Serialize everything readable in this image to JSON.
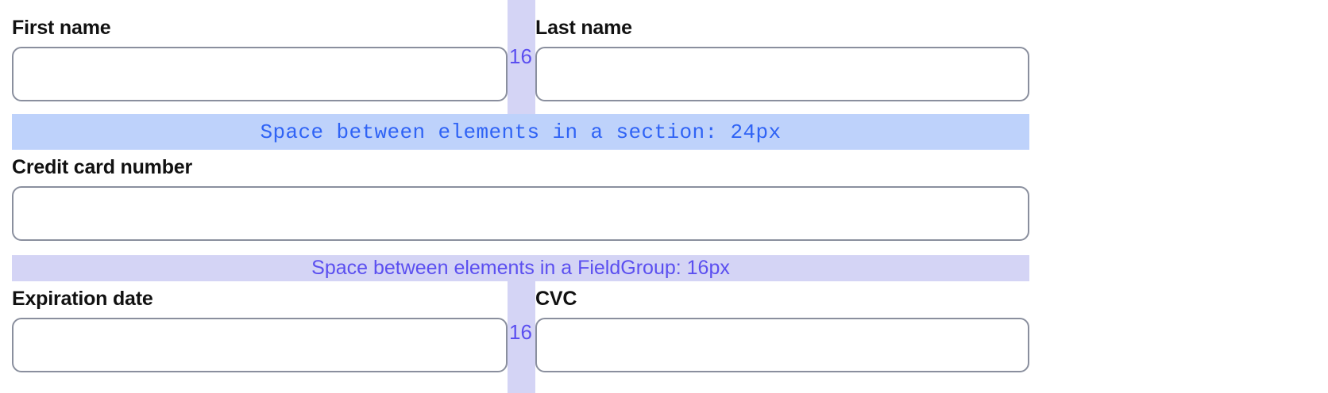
{
  "page": {
    "title": "Form spacing annotation",
    "background": "#ffffff"
  },
  "colors": {
    "section_band_bg": "#bed2fb",
    "section_band_text": "#2f63f5",
    "fieldgroup_band_bg": "#d4d4f5",
    "fieldgroup_band_text": "#5b4ff0",
    "input_border": "#8a8f9e",
    "label_text": "#111111"
  },
  "fields": [
    {
      "id": "first-name",
      "label": "First name",
      "value": "",
      "placeholder": ""
    },
    {
      "id": "last-name",
      "label": "Last name",
      "value": "",
      "placeholder": ""
    },
    {
      "id": "credit-card-number",
      "label": "Credit card number",
      "value": "",
      "placeholder": ""
    },
    {
      "id": "expiration-date",
      "label": "Expiration date",
      "value": "",
      "placeholder": ""
    },
    {
      "id": "cvc",
      "label": "CVC",
      "value": "",
      "placeholder": ""
    }
  ],
  "annotations": {
    "horizontal": [
      {
        "id": "section-gap",
        "text": "Space between elements in a section: 24px"
      },
      {
        "id": "fieldgroup-gap",
        "text": "Space between elements in a FieldGroup: 16px"
      }
    ],
    "vertical": [
      {
        "id": "name-row-gap",
        "value": "16"
      },
      {
        "id": "card-row-gap",
        "value": "16"
      }
    ]
  }
}
